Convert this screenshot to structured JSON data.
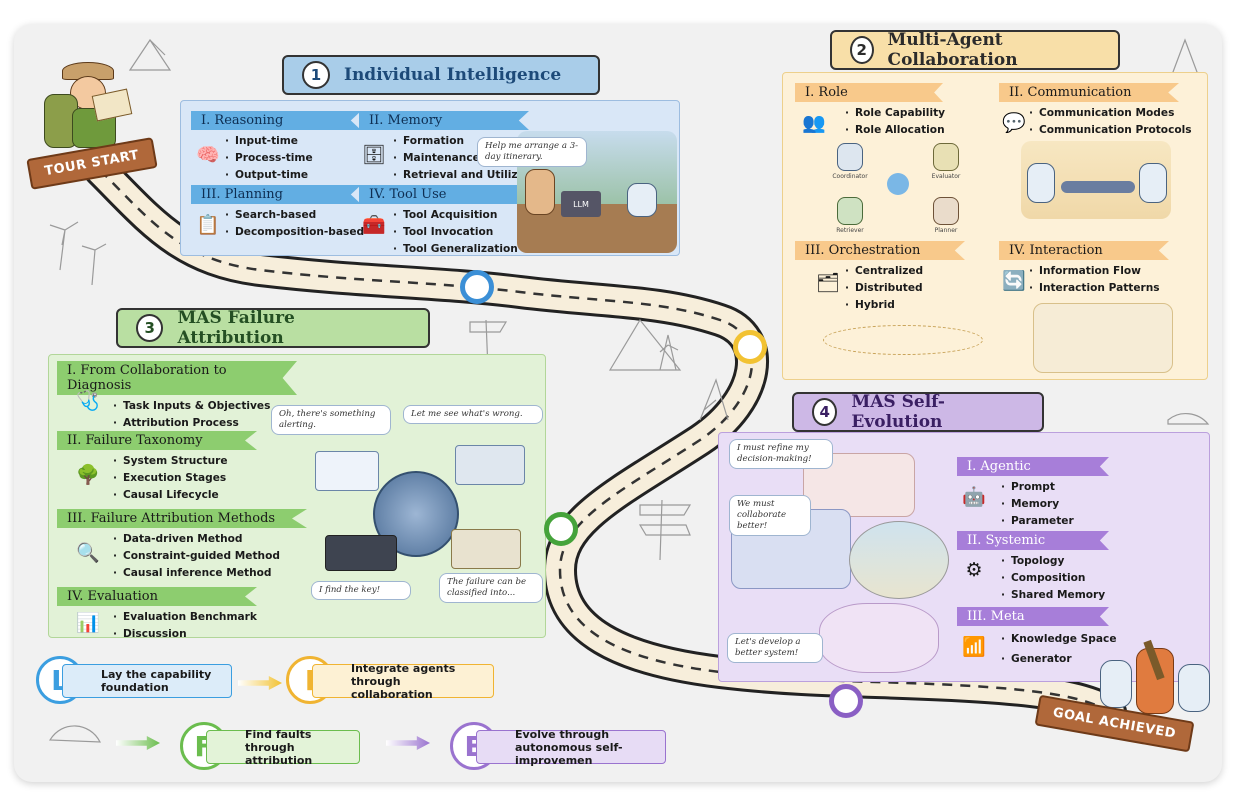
{
  "start_sign": "TOUR START",
  "goal_sign": "GOAL ACHIEVED",
  "s1": {
    "num": "1",
    "title": "Individual Intelligence",
    "reasoning": {
      "label": "I. Reasoning",
      "items": [
        "Input-time",
        "Process-time",
        "Output-time"
      ]
    },
    "memory": {
      "label": "II. Memory",
      "items": [
        "Formation",
        "Maintenance",
        "Retrieval and Utilization"
      ]
    },
    "planning": {
      "label": "III. Planning",
      "items": [
        "Search-based",
        "Decomposition-based"
      ]
    },
    "tooluse": {
      "label": "IV. Tool Use",
      "items": [
        "Tool Acquisition",
        "Tool Invocation",
        "Tool Generalization"
      ]
    },
    "bubble": "Help me arrange a 3-day itinerary.",
    "laptop": "LLM"
  },
  "s2": {
    "num": "2",
    "title": "Multi-Agent Collaboration",
    "role": {
      "label": "I. Role",
      "items": [
        "Role Capability",
        "Role Allocation"
      ]
    },
    "communication": {
      "label": "II. Communication",
      "items": [
        "Communication Modes",
        "Communication Protocols"
      ]
    },
    "orchestration": {
      "label": "III. Orchestration",
      "items": [
        "Centralized",
        "Distributed",
        "Hybrid"
      ]
    },
    "interaction": {
      "label": "IV. Interaction",
      "items": [
        "Information Flow",
        "Interaction Patterns"
      ]
    },
    "role_bots": [
      "Coordinator",
      "Evaluator",
      "Retriever",
      "Planner"
    ]
  },
  "s3": {
    "num": "3",
    "title": "MAS Failure Attribution",
    "diagnosis": {
      "label": "I. From Collaboration to Diagnosis",
      "items": [
        "Task Inputs & Objectives",
        "Attribution Process"
      ]
    },
    "taxonomy": {
      "label": "II. Failure Taxonomy",
      "items": [
        "System Structure",
        "Execution Stages",
        "Causal Lifecycle"
      ]
    },
    "methods": {
      "label": "III. Failure Attribution Methods",
      "items": [
        "Data-driven Method",
        "Constraint-guided Method",
        "Causal inference Method"
      ]
    },
    "evaluation": {
      "label": "IV. Evaluation",
      "items": [
        "Evaluation Benchmark",
        "Discussion"
      ]
    },
    "bubbles": [
      "Oh, there's something alerting.",
      "Let me see what's wrong.",
      "I find the key!",
      "The failure can be classified into..."
    ]
  },
  "s4": {
    "num": "4",
    "title": "MAS Self-Evolution",
    "agentic": {
      "label": "I. Agentic",
      "items": [
        "Prompt",
        "Memory",
        "Parameter"
      ]
    },
    "systemic": {
      "label": "II. Systemic",
      "items": [
        "Topology",
        "Composition",
        "Shared Memory"
      ]
    },
    "meta": {
      "label": "III. Meta",
      "items": [
        "Knowledge Space",
        "Generator"
      ]
    },
    "bubbles": [
      "I must refine my decision-making!",
      "We must collaborate better!",
      "Let's develop a better system!"
    ]
  },
  "legend": [
    {
      "letter": "L",
      "text": "Lay the capability foundation",
      "color": "#3b9ee0",
      "bg": "#dcecf9"
    },
    {
      "letter": "I",
      "text": "Integrate agents through collaboration",
      "color": "#f0b432",
      "bg": "#fdf1d4"
    },
    {
      "letter": "F",
      "text": "Find faults through attribution",
      "color": "#6bbd4e",
      "bg": "#e3f3d8"
    },
    {
      "letter": "E",
      "text": "Evolve through autonomous self-improvemen",
      "color": "#9a73cf",
      "bg": "#e7dcf5"
    }
  ],
  "colors": {
    "road": "#f7eedb",
    "road_edge": "#222222",
    "node_blue": "#3b8fd6",
    "node_yellow": "#f2c232",
    "node_green": "#45a33a",
    "node_purple": "#8a5fc4"
  }
}
